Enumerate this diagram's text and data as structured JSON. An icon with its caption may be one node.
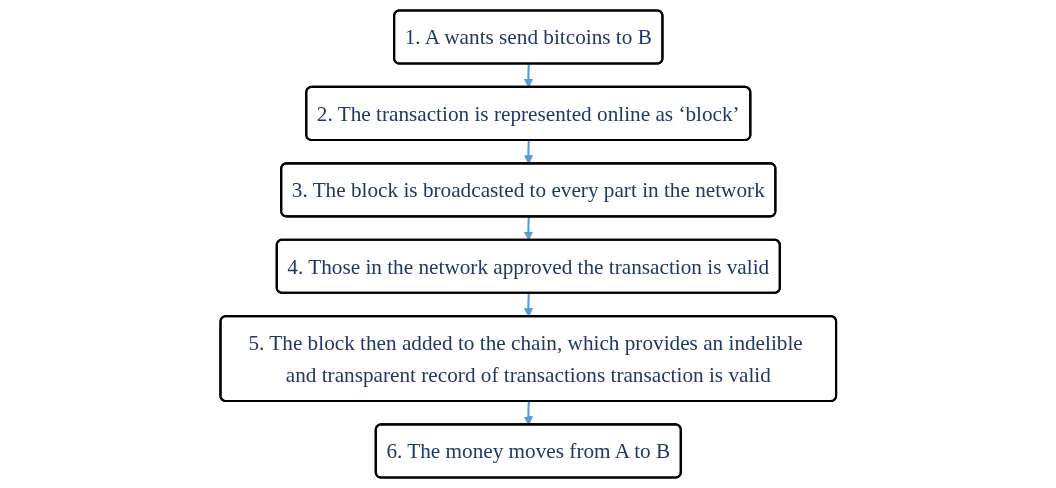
{
  "diagram": {
    "nodes": [
      {
        "text": [
          "1. A wants send bitcoins to B"
        ]
      },
      {
        "text": [
          "2. The transaction is represented online as ‘block’"
        ]
      },
      {
        "text": [
          "3. The block is broadcasted to every part in the network"
        ]
      },
      {
        "text": [
          "4. Those in the network approved the transaction is valid"
        ]
      },
      {
        "text": [
          "5. The block then added to the chain, which provides an indelible and transparent record of transactions transaction is valid"
        ]
      },
      {
        "text": [
          "6. The money moves from A to B"
        ]
      }
    ],
    "edges": [
      {
        "from": 0,
        "to": 1,
        "arrow": "to"
      },
      {
        "from": 1,
        "to": 2,
        "arrow": "to"
      },
      {
        "from": 2,
        "to": 3,
        "arrow": "to"
      },
      {
        "from": 3,
        "to": 4,
        "arrow": "to"
      },
      {
        "from": 4,
        "to": 5,
        "arrow": "to"
      }
    ]
  }
}
